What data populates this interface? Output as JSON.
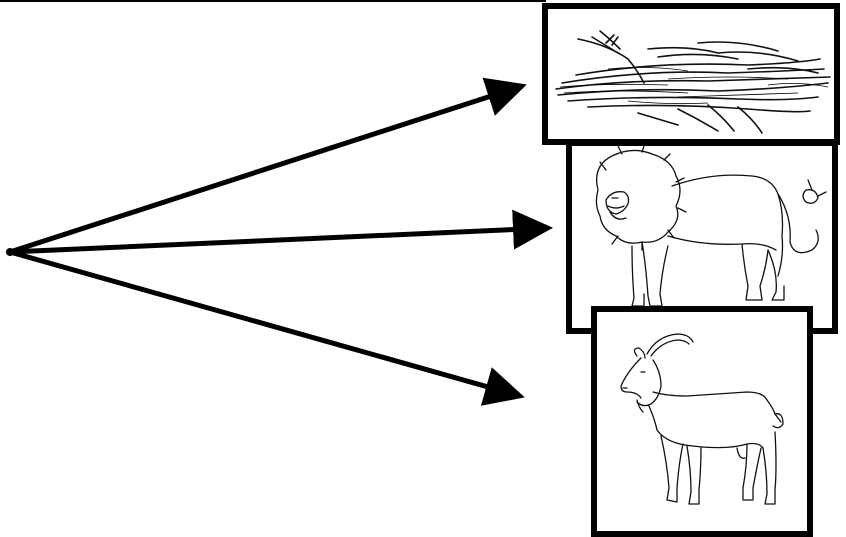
{
  "diagram": {
    "type": "food-web",
    "origin": "single point",
    "arrow_count": 3,
    "panels": [
      {
        "depicts": "grass"
      },
      {
        "depicts": "lion"
      },
      {
        "depicts": "goat"
      }
    ],
    "line_color": "#000000",
    "background": "#ffffff"
  }
}
